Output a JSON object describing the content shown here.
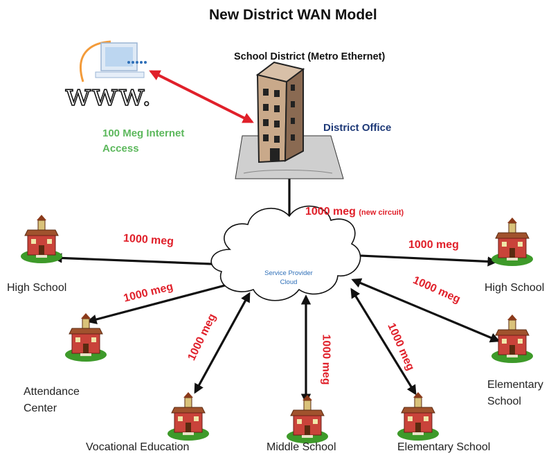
{
  "title": "New District WAN Model",
  "subtitle": "School District (Metro Ethernet)",
  "district_office": "District Office",
  "internet": {
    "www": "www.",
    "line1": "100 Meg Internet",
    "line2": "Access"
  },
  "cloud": {
    "line1": "Service Provider",
    "line2": "Cloud"
  },
  "office_link": {
    "bandwidth": "1000 meg",
    "note": "(new circuit)"
  },
  "link_labels": [
    "1000 meg",
    "1000 meg",
    "1000 meg",
    "1000 meg",
    "1000 meg",
    "1000 meg",
    "1000 meg",
    "1000 meg"
  ],
  "sites": {
    "high_school_left": "High School",
    "high_school_right": "High School",
    "attendance_1": "Attendance",
    "attendance_2": "Center",
    "vocational": "Vocational Education",
    "middle": "Middle School",
    "elementary_bottom": "Elementary School",
    "elementary_right_1": "Elementary",
    "elementary_right_2": "School"
  },
  "colors": {
    "link_label": "#e0202a",
    "internet_arrow": "#e0202a",
    "office_label": "#1f3a78",
    "internet_label": "#5cb85c",
    "cloud_text": "#2e6fb8"
  },
  "icons": [
    "computer-icon",
    "office-building-icon",
    "cloud-icon",
    "schoolhouse-icon"
  ]
}
